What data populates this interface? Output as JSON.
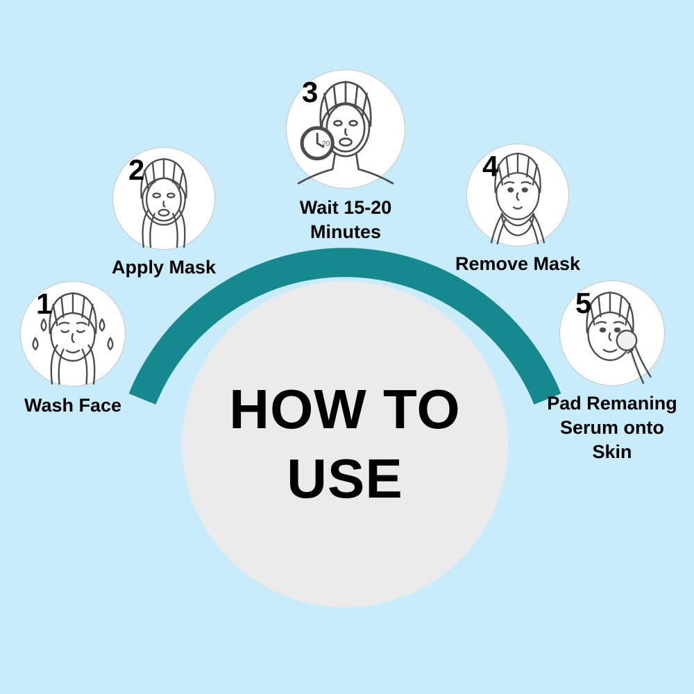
{
  "title": {
    "line1": "HOW TO",
    "line2": "USE"
  },
  "steps": [
    {
      "number": "1",
      "label": "Wash Face"
    },
    {
      "number": "2",
      "label": "Apply Mask"
    },
    {
      "number": "3",
      "label": "Wait 15-20 Minutes",
      "clock_label": "20"
    },
    {
      "number": "4",
      "label": "Remove Mask"
    },
    {
      "number": "5",
      "label": "Pad Remaning Serum onto Skin"
    }
  ],
  "colors": {
    "background": "#c9ecfa",
    "arc_teal": "#15898e",
    "center_circle_fill": "#ebebeb",
    "step_circle_fill": "#ffffff",
    "line_art": "#4d4d4d",
    "text": "#000000"
  }
}
